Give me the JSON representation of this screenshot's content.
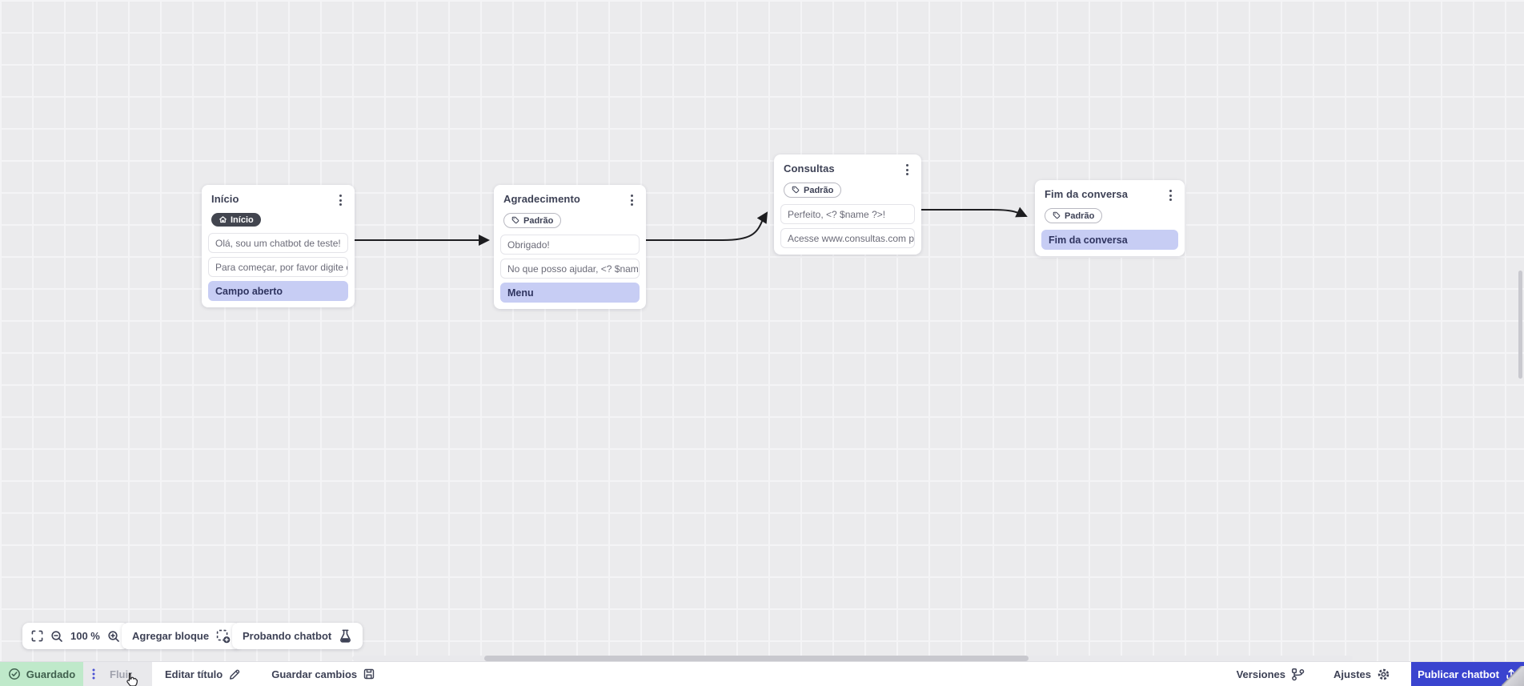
{
  "canvas": {
    "zoom_level": "100 %",
    "nodes": [
      {
        "title": "Início",
        "badge": {
          "label": "Início",
          "style": "dark",
          "icon": "home-icon"
        },
        "rows": [
          {
            "text": "Olá, sou um chatbot de teste!",
            "kind": "bot-message"
          },
          {
            "text": "Para começar, por favor digite o ...",
            "kind": "bot-message"
          },
          {
            "text": "Campo aberto",
            "kind": "user-action"
          }
        ]
      },
      {
        "title": "Agradecimento",
        "badge": {
          "label": "Padrão",
          "style": "outline",
          "icon": "tag-icon"
        },
        "rows": [
          {
            "text": "Obrigado!",
            "kind": "bot-message"
          },
          {
            "text": "No que posso ajudar, <? $name ...",
            "kind": "bot-message"
          },
          {
            "text": "Menu",
            "kind": "user-action"
          }
        ]
      },
      {
        "title": "Consultas",
        "badge": {
          "label": "Padrão",
          "style": "outline",
          "icon": "tag-icon"
        },
        "rows": [
          {
            "text": "Perfeito, <? $name ?>!",
            "kind": "bot-message"
          },
          {
            "text": "Acesse www.consultas.com par...",
            "kind": "bot-message"
          }
        ]
      },
      {
        "title": "Fim da conversa",
        "badge": {
          "label": "Padrão",
          "style": "outline",
          "icon": "tag-icon"
        },
        "rows": [
          {
            "text": "Fim da conversa",
            "kind": "user-action"
          }
        ]
      }
    ]
  },
  "toolbar": {
    "zoom_level": "100 %",
    "add_block_label": "Agregar bloque",
    "test_chatbot_label": "Probando chatbot"
  },
  "statusbar": {
    "saved_label": "Guardado",
    "flow_tab_label": "Fluir",
    "edit_title_label": "Editar título",
    "save_changes_label": "Guardar cambios",
    "versions_label": "Versiones",
    "settings_label": "Ajustes",
    "publish_label": "Publicar chatbot"
  },
  "icons": {
    "node_menu": "kebab-vertical-icon",
    "saved": "check-circle-icon",
    "flow_handle": "kebab-vertical-icon",
    "edit_title": "pencil-icon",
    "save_changes": "floppy-icon",
    "versions": "git-branch-icon",
    "settings": "gear-icon",
    "publish": "upload-icon",
    "fit": "fit-screen-icon",
    "zoom_out": "zoom-out-icon",
    "zoom_in": "zoom-in-icon",
    "add_block": "add-block-icon",
    "test_chatbot": "flask-icon"
  },
  "colors": {
    "canvas_bg": "#ebebed",
    "accent_blue": "#3a44cf",
    "action_row_purple": "#c7cdf4",
    "saved_green_bg": "#bfe9ca",
    "dark_badge": "#42454f",
    "edge_black": "#1d1d20"
  }
}
